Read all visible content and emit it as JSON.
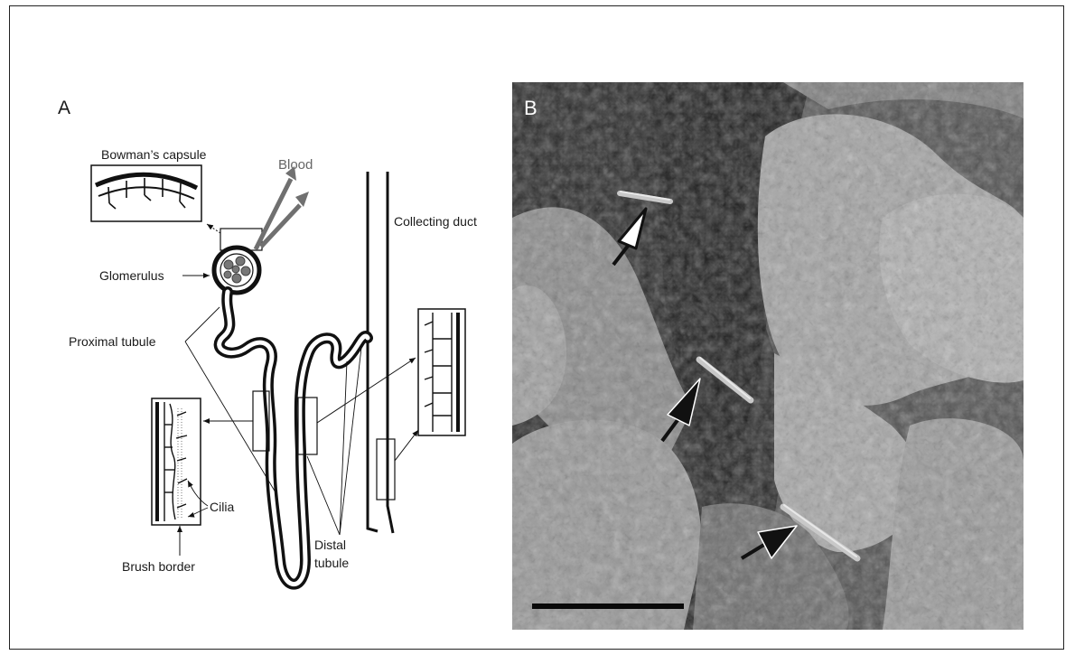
{
  "panels": {
    "a_letter": "A",
    "b_letter": "B"
  },
  "labels": {
    "bowmans_capsule": "Bowman’s capsule",
    "blood": "Blood",
    "collecting_duct": "Collecting duct",
    "glomerulus": "Glomerulus",
    "proximal_tubule": "Proximal tubule",
    "cilia": "Cilia",
    "brush_border": "Brush border",
    "distal_line1": "Distal",
    "distal_line2": "tubule"
  },
  "colors": {
    "blood_arrow": "#707070",
    "blood_label": "#666666",
    "ink": "#111111",
    "micrograph_base": "#4a4a4a"
  },
  "micrograph": {
    "arrows": [
      "open-arrow",
      "filled-arrow",
      "filled-arrow"
    ],
    "scale_bar": true
  }
}
